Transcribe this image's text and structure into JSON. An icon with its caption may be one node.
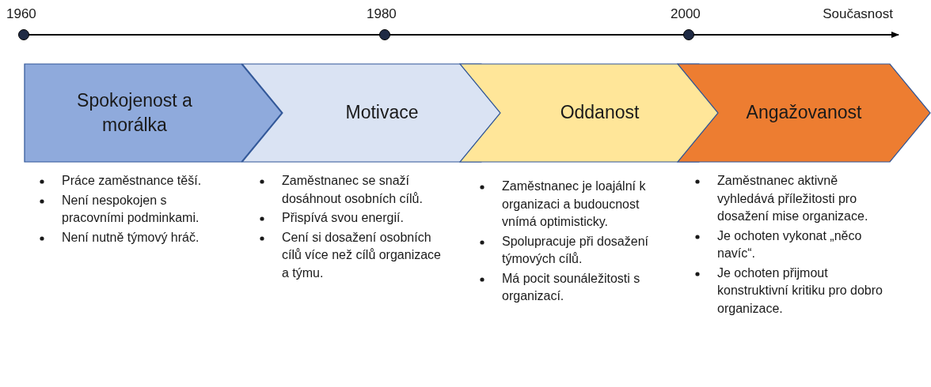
{
  "diagram": {
    "nodes": [
      {
        "text": [
          "Spokojenost a morálka"
        ],
        "beside": [
          "Práce zaměstnance těší.",
          "Není nespokojen s pracovními podminkami.",
          "Není nutně týmový hráč."
        ]
      },
      {
        "text": [
          "Motivace"
        ],
        "beside": [
          "Zaměstnanec se snaží dosáhnout osobních cílů.",
          "Přispívá svou energií.",
          "Cení si dosažení osobních cílů více než cílů organizace a týmu."
        ]
      },
      {
        "text": [
          "Oddanost"
        ],
        "beside": [
          "Zaměstnanec je loajální k organizaci a budoucnost vnímá optimisticky.",
          "Spolupracuje při dosažení týmových cílů.",
          "Má pocit sounáležitosti s organizací."
        ]
      },
      {
        "text": [
          "Angažovanost"
        ],
        "beside": [
          "Zaměstnanec aktivně vyhledává příležitosti pro dosažení mise organizace.",
          "Je ochoten vykonat „něco navíc“.",
          "Je ochoten přijmout konstruktivní kritiku pro dobro organizace."
        ]
      }
    ],
    "labels": [
      "1960",
      "1980",
      "2000",
      "Současnost"
    ]
  }
}
